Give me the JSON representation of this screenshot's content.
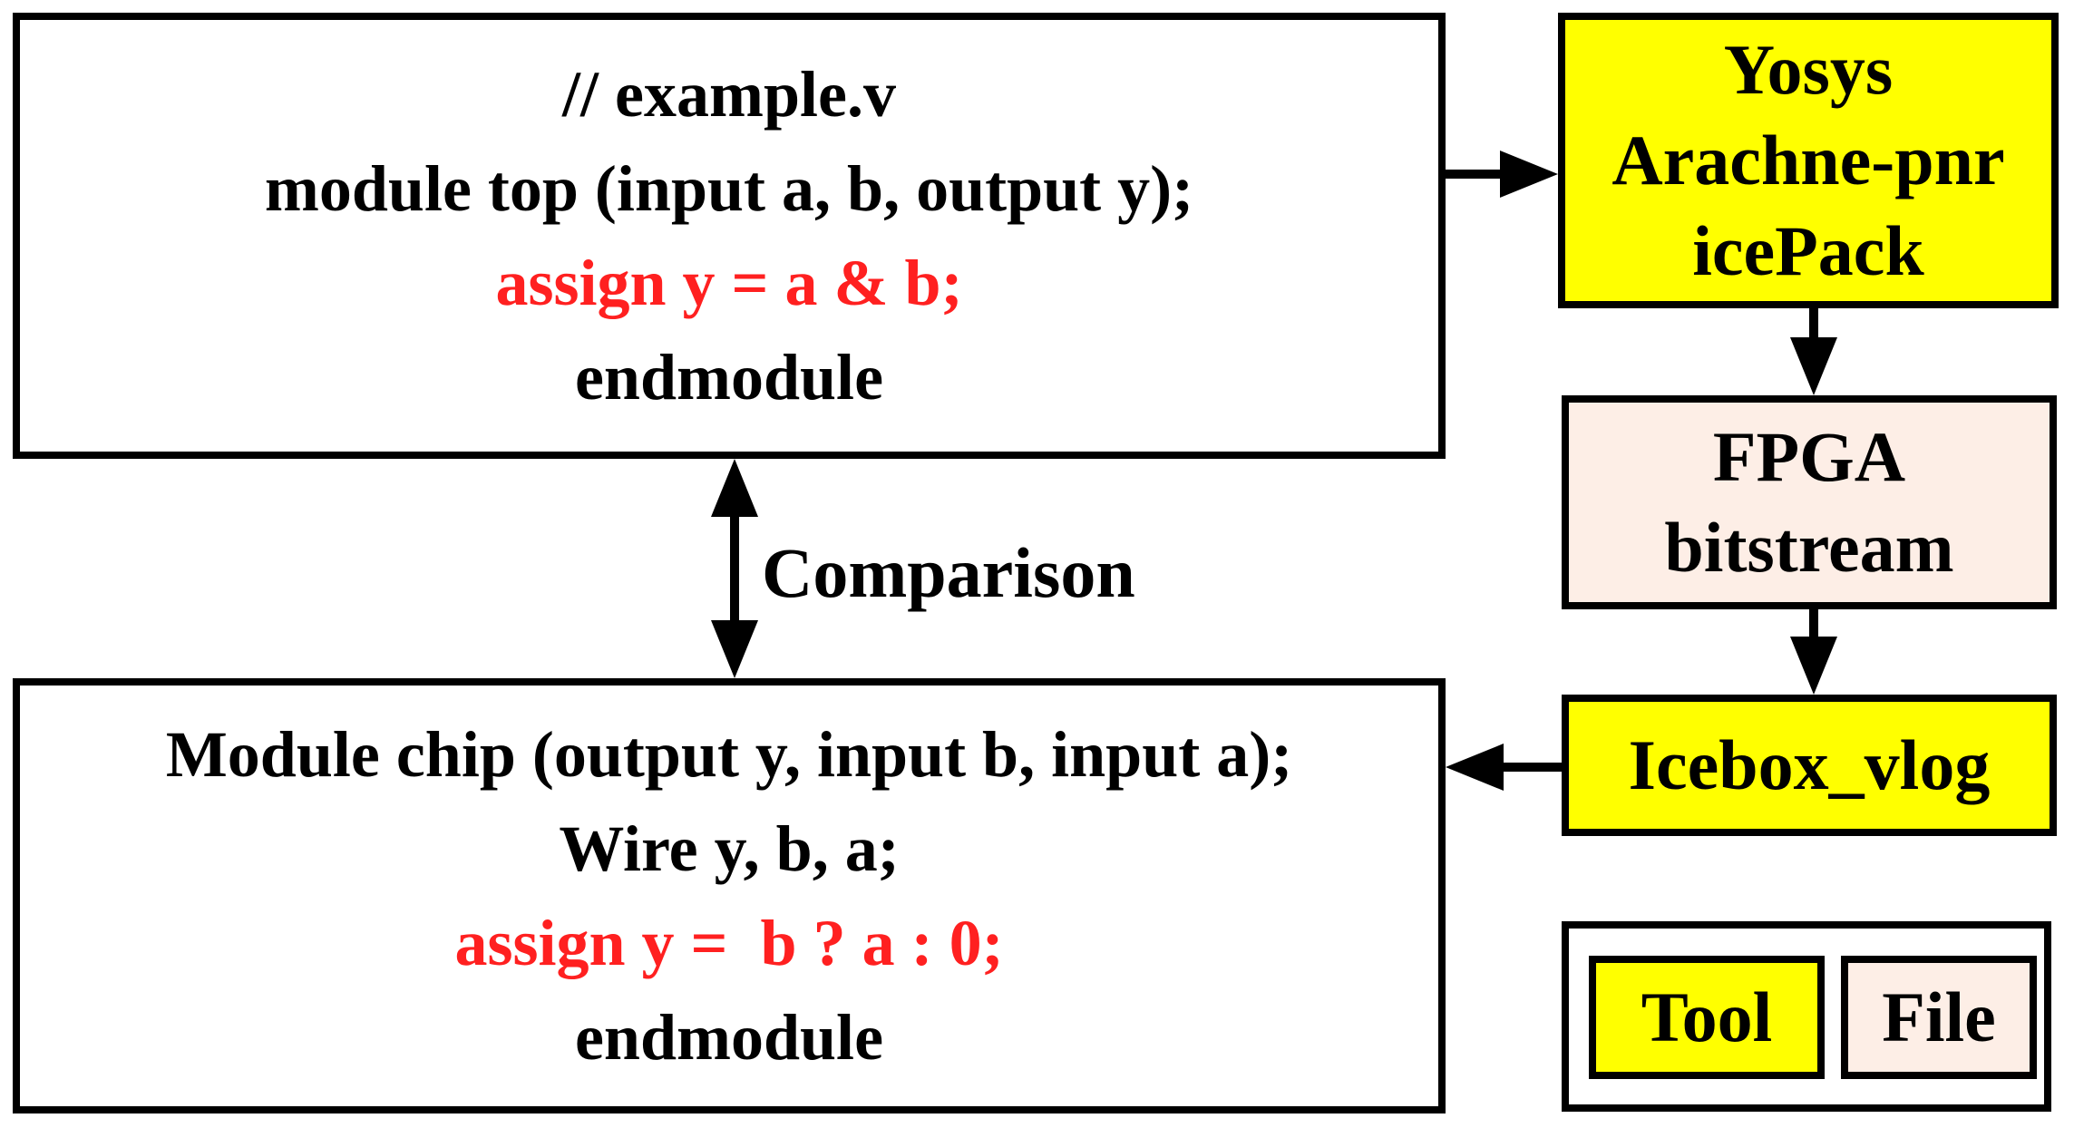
{
  "source_box": {
    "lines": [
      {
        "text": "// example.v",
        "color": "#000000"
      },
      {
        "text": "module top (input a, b, output y);",
        "color": "#000000"
      },
      {
        "text": "assign y = a & b;",
        "color": "#ff2020"
      },
      {
        "text": "endmodule",
        "color": "#000000"
      }
    ]
  },
  "netlist_box": {
    "lines": [
      {
        "text": "Module chip (output y, input b, input a);",
        "color": "#000000"
      },
      {
        "text": "Wire y, b, a;",
        "color": "#000000"
      },
      {
        "text": "assign y =  b ? a : 0;",
        "color": "#ff2020"
      },
      {
        "text": "endmodule",
        "color": "#000000"
      }
    ]
  },
  "toolchain_box": {
    "kind": "Tool",
    "lines": [
      "Yosys",
      "Arachne-pnr",
      "icePack"
    ]
  },
  "bitstream_box": {
    "kind": "File",
    "lines": [
      "FPGA",
      "bitstream"
    ]
  },
  "icebox_box": {
    "kind": "Tool",
    "label": "Icebox_vlog"
  },
  "comparison_label": "Comparison",
  "legend": {
    "tool_label": "Tool",
    "file_label": "File"
  },
  "colors": {
    "tool": "#ffff00",
    "file": "#fdeee6",
    "highlight": "#ff2020",
    "border": "#000000"
  }
}
